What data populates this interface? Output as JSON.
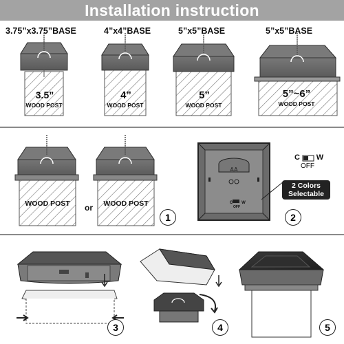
{
  "header": {
    "title": "Installation instruction"
  },
  "bases": [
    {
      "label": "3.75”x3.75”BASE",
      "size": "3.5”",
      "post": "WOOD POST"
    },
    {
      "label": "4”x4”BASE",
      "size": "4”",
      "post": "WOOD POST"
    },
    {
      "label": "5”x5”BASE",
      "size": "5”",
      "post": "WOOD POST"
    },
    {
      "label": "5”x5”BASE",
      "size": "5”~6”",
      "post": "WOOD POST"
    }
  ],
  "step1": {
    "post_left": "WOOD POST",
    "or": "or",
    "post_right": "WOOD POST",
    "number": "1"
  },
  "step2": {
    "switch_c": "C",
    "switch_w": "W",
    "switch_off": "OFF",
    "badge_line1": "2 Colors",
    "badge_line2": "Selectable",
    "small_c": "C",
    "small_w": "W",
    "small_off": "OFF",
    "number": "2"
  },
  "steps_bottom": [
    {
      "number": "3"
    },
    {
      "number": "4"
    },
    {
      "number": "5"
    }
  ],
  "colors": {
    "banner": "#a3a3a3",
    "cap": "#6e6e6e",
    "cap_dark": "#4a4a4a"
  }
}
